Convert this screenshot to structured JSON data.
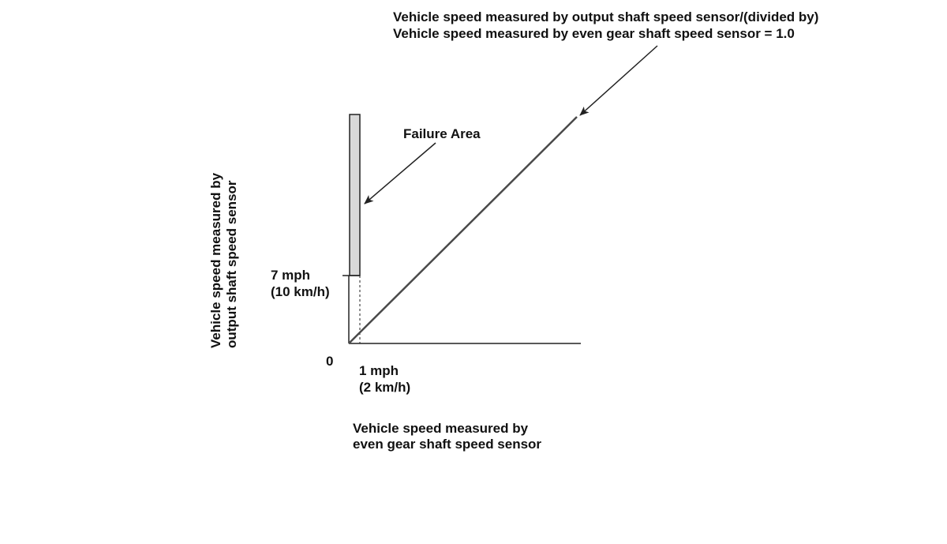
{
  "diagram": {
    "ratio_annotation": {
      "line1": "Vehicle speed measured by output shaft speed sensor/(divided by)",
      "line2": "Vehicle speed measured by even gear shaft speed sensor = 1.0"
    },
    "failure_area_label": "Failure Area",
    "y_axis_label": {
      "line1": "Vehicle speed measured by",
      "line2": "output shaft speed sensor"
    },
    "x_axis_label": {
      "line1": "Vehicle speed measured by",
      "line2": "even gear shaft speed sensor"
    },
    "origin_label": "0",
    "y_threshold": {
      "line1": "7 mph",
      "line2": "(10 km/h)"
    },
    "x_threshold": {
      "line1": "1 mph",
      "line2": "(2 km/h)"
    },
    "colors": {
      "line": "#222222",
      "ratio_line": "#4a4a4a",
      "failure_fill": "#d9d9d9",
      "text": "#111111"
    }
  }
}
